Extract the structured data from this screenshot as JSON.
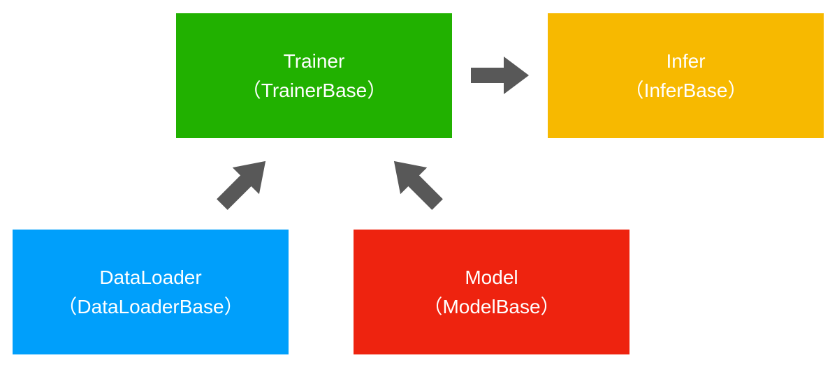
{
  "colors": {
    "trainer": "#21b100",
    "infer": "#f7b900",
    "dataloader": "#009ffb",
    "model": "#ee230f",
    "arrow": "#585858"
  },
  "boxes": {
    "trainer": {
      "name": "Trainer",
      "base": "（TrainerBase）"
    },
    "infer": {
      "name": "Infer",
      "base": "（InferBase）"
    },
    "dataloader": {
      "name": "DataLoader",
      "base": "（DataLoaderBase）"
    },
    "model": {
      "name": "Model",
      "base": "（ModelBase）"
    }
  },
  "arrows": [
    {
      "from": "trainer",
      "to": "infer",
      "icon": "arrow-right-icon"
    },
    {
      "from": "dataloader",
      "to": "trainer",
      "icon": "arrow-up-right-icon"
    },
    {
      "from": "model",
      "to": "trainer",
      "icon": "arrow-up-left-icon"
    }
  ]
}
